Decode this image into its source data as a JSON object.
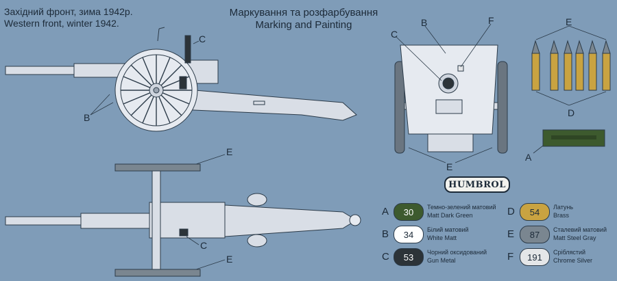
{
  "header": {
    "subtitle_ua": "Західний фронт, зима  1942р.",
    "subtitle_en": "Western front, winter 1942.",
    "title_ua": "Маркування та розфарбування",
    "title_en": "Marking and Painting"
  },
  "callouts": {
    "side_c": "C",
    "side_b": "B",
    "front_c": "C",
    "front_b": "B",
    "front_f": "F",
    "front_e": "E",
    "shells_e": "E",
    "shells_d": "D",
    "box_a": "A",
    "top_e1": "E",
    "top_c": "C",
    "top_e2": "E"
  },
  "brand": "HUMBROL",
  "colors": [
    {
      "key": "A",
      "code": "30",
      "name_ua": "Темно-зелений матовий",
      "name_en": "Matt Dark Green",
      "hex": "#3d5a2e",
      "text": "#ffffff"
    },
    {
      "key": "B",
      "code": "34",
      "name_ua": "Білий матовий",
      "name_en": "White Matt",
      "hex": "#ffffff",
      "text": "#1c2a38"
    },
    {
      "key": "C",
      "code": "53",
      "name_ua": "Чорний оксидований",
      "name_en": "Gun Metal",
      "hex": "#2c3338",
      "text": "#ffffff"
    },
    {
      "key": "D",
      "code": "54",
      "name_ua": "Латунь",
      "name_en": "Brass",
      "hex": "#c9a341",
      "text": "#1c2a38"
    },
    {
      "key": "E",
      "code": "87",
      "name_ua": "Сталевий матовий",
      "name_en": "Matt Steel Gray",
      "hex": "#7a8690",
      "text": "#1c2a38"
    },
    {
      "key": "F",
      "code": "191",
      "name_ua": "Сріблястий",
      "name_en": "Chrome Silver",
      "hex": "#e4e6e8",
      "text": "#1c2a38"
    }
  ]
}
